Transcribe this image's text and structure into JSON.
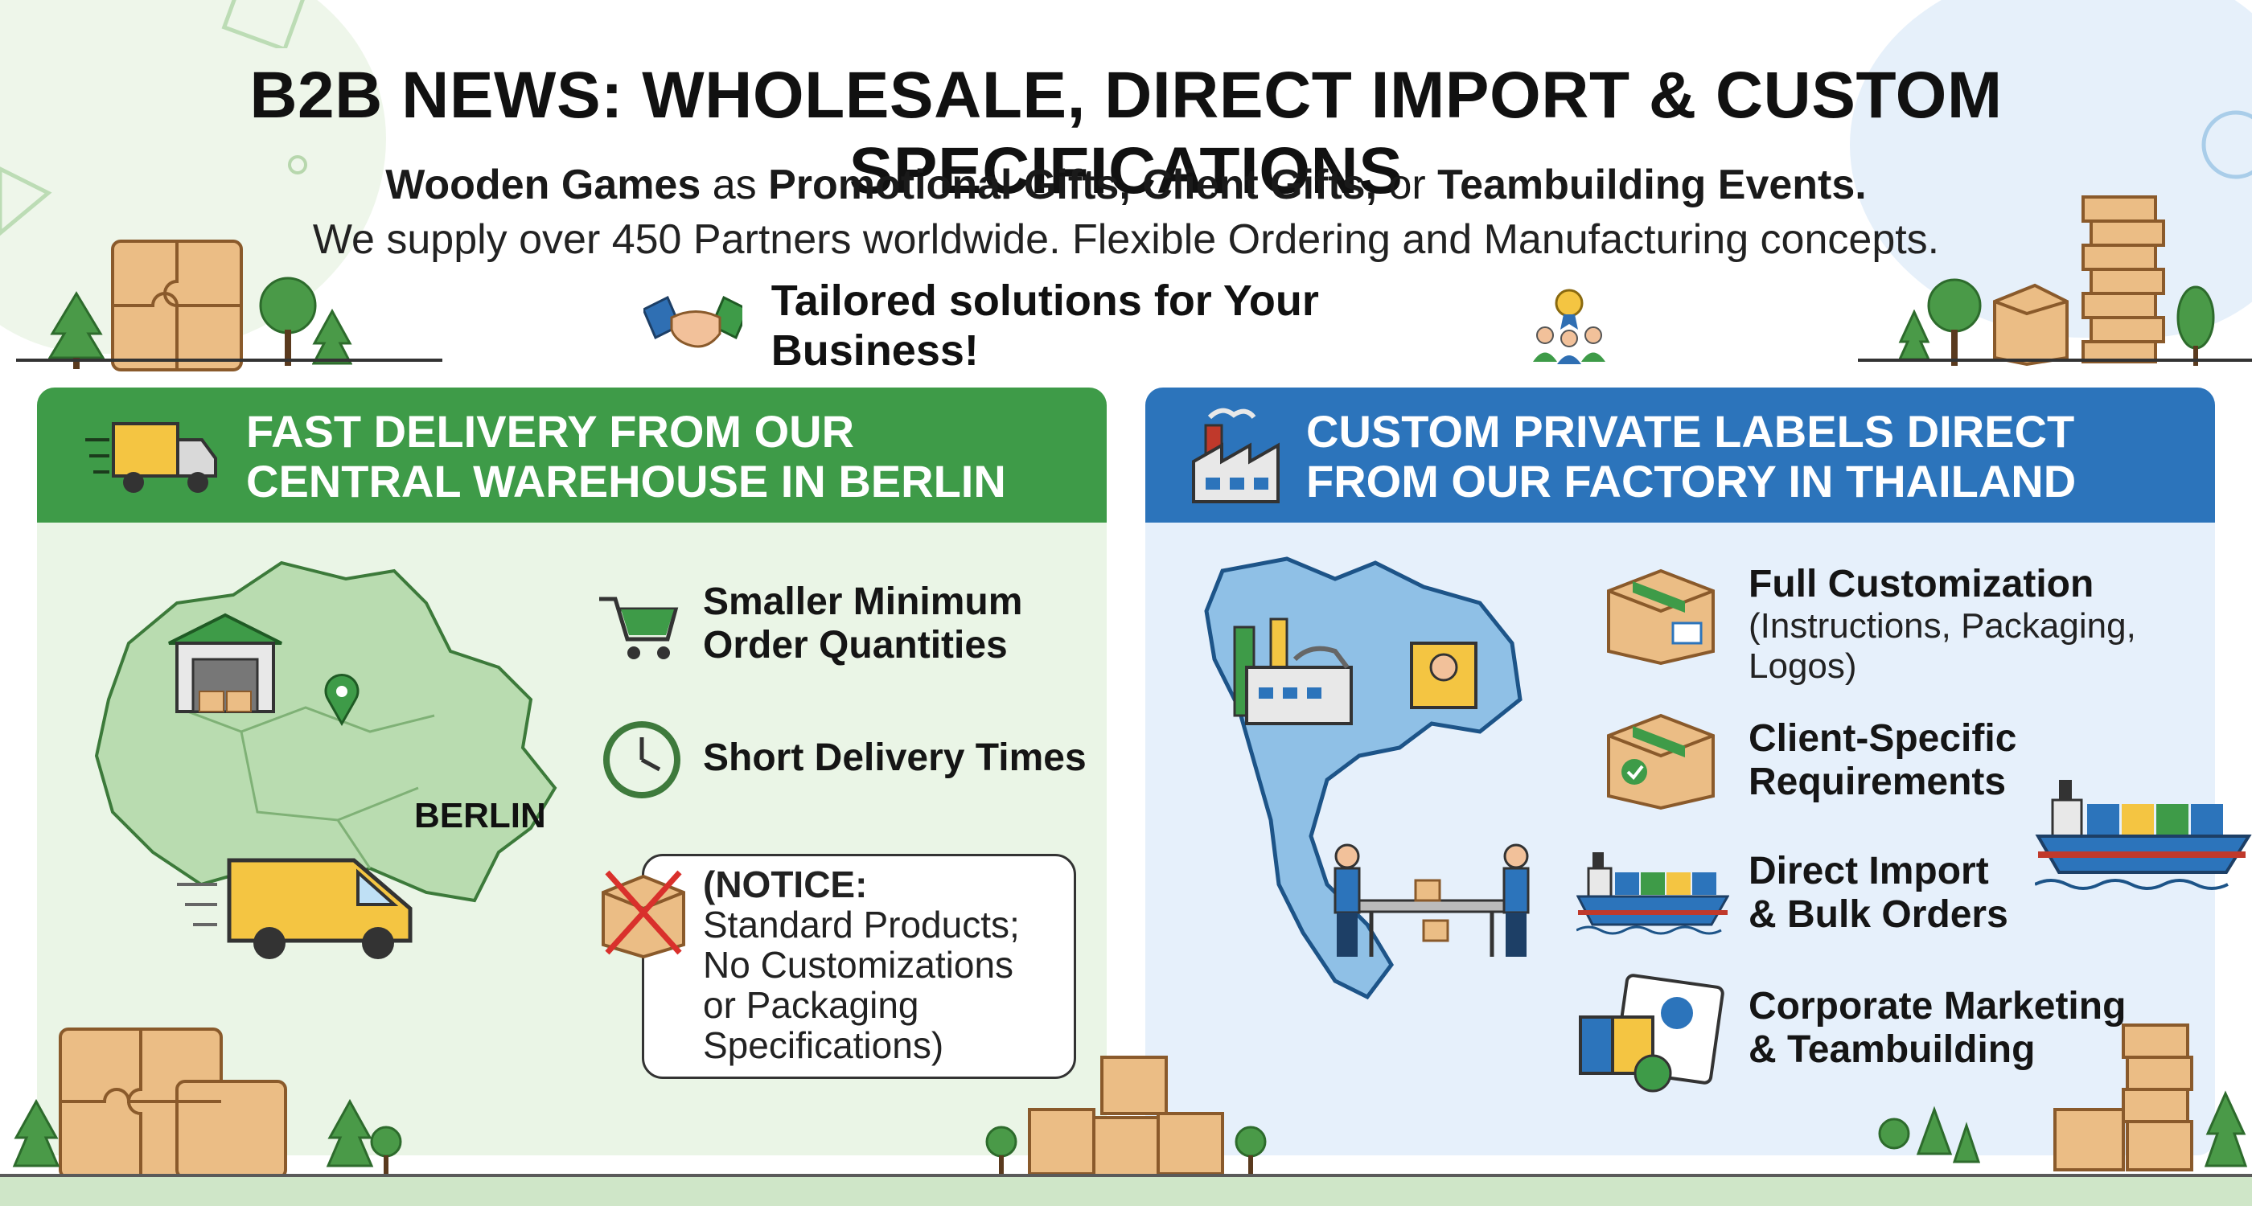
{
  "header": {
    "title": "B2B NEWS: WHOLESALE, DIRECT IMPORT & CUSTOM SPECIFICATIONS",
    "subtitle1": {
      "part1": "Wooden Games",
      "part2": " as ",
      "part3": "Promotional Gifts, Client Gifts,",
      "part4": " or ",
      "part5": "Teambuilding Events."
    },
    "subtitle2": "We supply over 450 Partners worldwide. Flexible Ordering and Manufacturing concepts.",
    "tagline": "Tailored solutions for Your Business!"
  },
  "left_panel": {
    "heading_line1": "FAST DELIVERY FROM OUR",
    "heading_line2": "CENTRAL WAREHOUSE IN BERLIN",
    "map_label": "BERLIN",
    "features": [
      {
        "line1": "Smaller Minimum",
        "line2": "Order Quantities"
      },
      {
        "line1": "Short Delivery Times"
      }
    ],
    "notice": {
      "line1": "(NOTICE:",
      "line2": "Standard Products;",
      "line3": "No Customizations",
      "line4": "or Packaging",
      "line5": "Specifications)"
    }
  },
  "right_panel": {
    "heading_line1": "CUSTOM PRIVATE LABELS DIRECT",
    "heading_line2": "FROM OUR FACTORY IN THAILAND",
    "features": [
      {
        "line1": "Full Customization",
        "detail1": "(Instructions, Packaging,",
        "detail2": "Logos)"
      },
      {
        "line1": "Client-Specific",
        "line2": "Requirements"
      },
      {
        "line1": "Direct Import",
        "line2": "& Bulk Orders"
      },
      {
        "line1": "Corporate Marketing",
        "line2": "& Teambuilding"
      }
    ]
  },
  "colors": {
    "green_header": "#3e9b48",
    "blue_header": "#2c74bb",
    "green_panel": "#eaf5e6",
    "blue_panel": "#e6f0fb",
    "wood": "#e9b882",
    "van_yellow": "#f4c542"
  },
  "icons": [
    "puzzle-icon",
    "tree-icon",
    "handshake-icon",
    "award-team-icon",
    "wooden-blocks-icon",
    "truck-icon",
    "factory-icon",
    "warehouse-icon",
    "map-pin-icon",
    "cart-icon",
    "clock-icon",
    "crossed-package-icon",
    "box-icon",
    "ship-icon",
    "workers-icon"
  ]
}
